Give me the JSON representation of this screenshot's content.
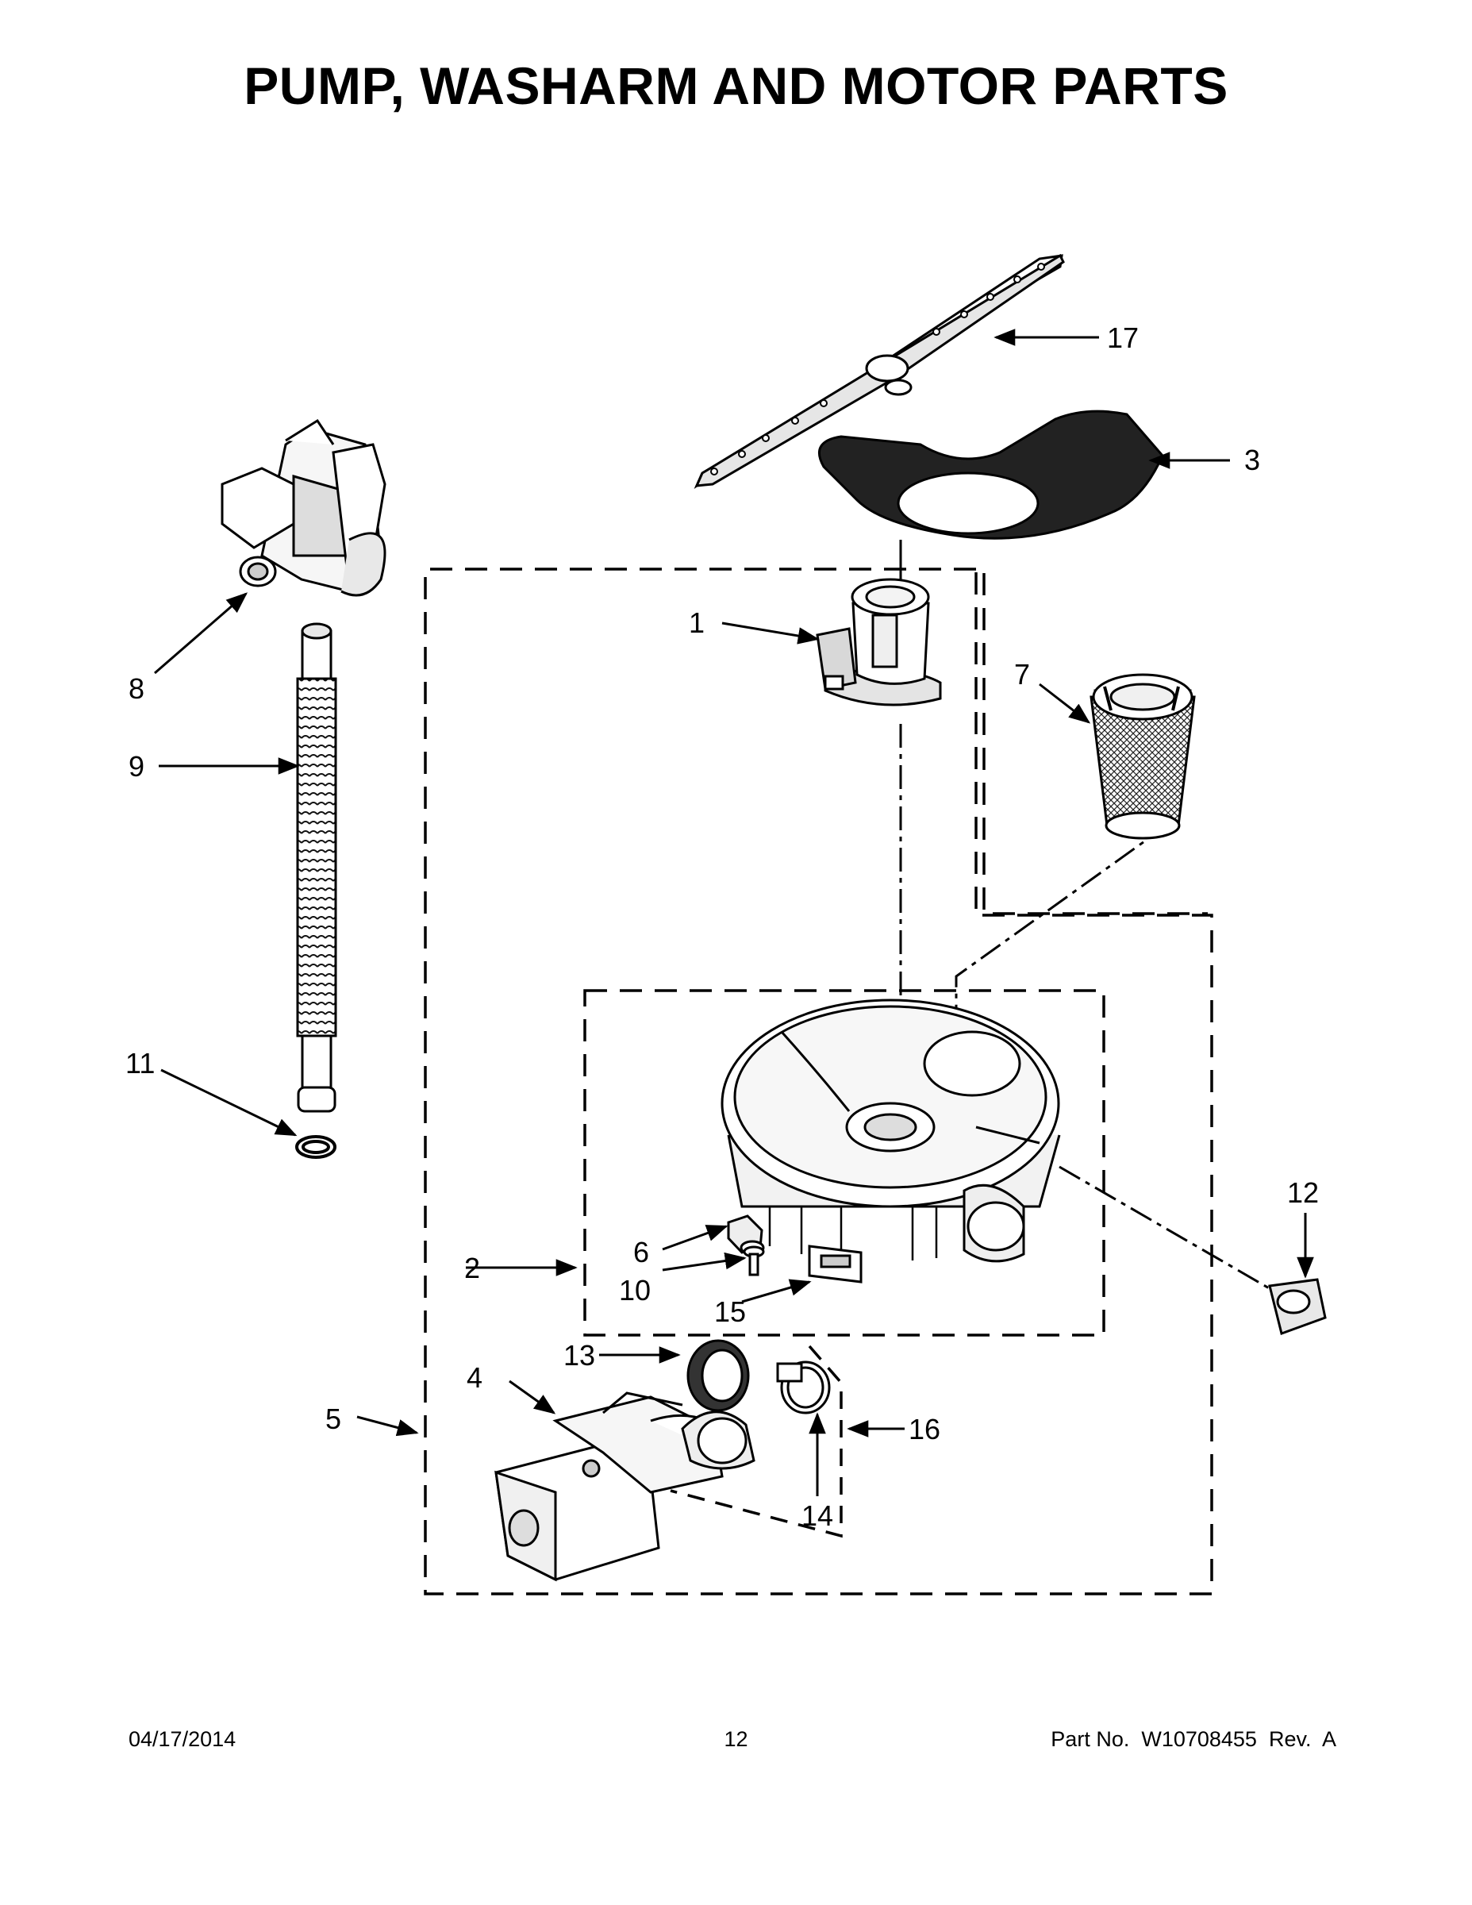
{
  "title": "PUMP, WASHARM AND MOTOR PARTS",
  "callouts": {
    "c1": "1",
    "c2": "2",
    "c3": "3",
    "c4": "4",
    "c5": "5",
    "c6": "6",
    "c7": "7",
    "c8": "8",
    "c9": "9",
    "c10": "10",
    "c11": "11",
    "c12": "12",
    "c13": "13",
    "c14": "14",
    "c15": "15",
    "c16": "16",
    "c17": "17"
  },
  "footer": {
    "date": "04/17/2014",
    "page": "12",
    "part_no": "Part No.  W10708455  Rev.  A"
  }
}
